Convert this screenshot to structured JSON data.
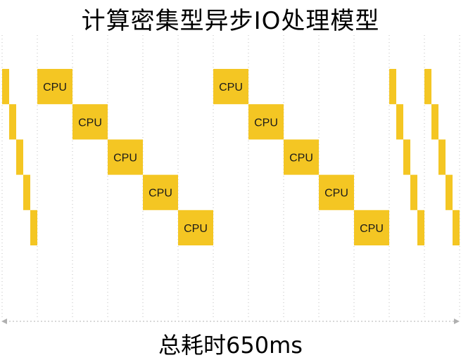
{
  "title": "计算密集型异步IO处理模型",
  "footer": "总耗时650ms",
  "colors": {
    "block": "#f4c623",
    "grid": "#bdbdbd",
    "axis": "#b0b0b0"
  },
  "diagram": {
    "time_slots": 13,
    "cpu_label": "CPU",
    "cpu_blocks": [
      {
        "slot": 1,
        "level": 0
      },
      {
        "slot": 2,
        "level": 1
      },
      {
        "slot": 3,
        "level": 2
      },
      {
        "slot": 4,
        "level": 3
      },
      {
        "slot": 5,
        "level": 4
      },
      {
        "slot": 6,
        "level": 0
      },
      {
        "slot": 7,
        "level": 1
      },
      {
        "slot": 8,
        "level": 2
      },
      {
        "slot": 9,
        "level": 3
      },
      {
        "slot": 10,
        "level": 4
      }
    ],
    "io_staircases": [
      {
        "slot": 0
      },
      {
        "slot": 11
      },
      {
        "slot": 12
      }
    ]
  }
}
